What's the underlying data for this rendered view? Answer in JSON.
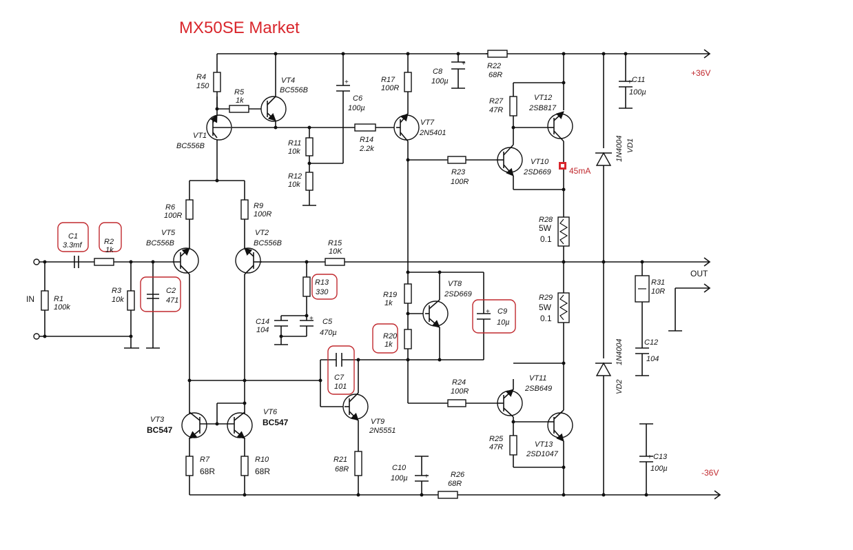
{
  "title": "MX50SE Market",
  "rails": {
    "pos": "+36V",
    "neg": "-36V"
  },
  "ports": {
    "in": "IN",
    "out": "OUT"
  },
  "annotation": "45mA",
  "components": {
    "C1": {
      "ref": "C1",
      "val": "3.3mf"
    },
    "R2": {
      "ref": "R2",
      "val": "1k"
    },
    "R1": {
      "ref": "R1",
      "val": "100k"
    },
    "R3": {
      "ref": "R3",
      "val": "10k"
    },
    "C2": {
      "ref": "C2",
      "val": "471"
    },
    "R4": {
      "ref": "R4",
      "val": "150"
    },
    "R5": {
      "ref": "R5",
      "val": "1k"
    },
    "VT4": {
      "ref": "VT4",
      "val": "BC556B"
    },
    "VT1": {
      "ref": "VT1",
      "val": "BC556B"
    },
    "C6": {
      "ref": "C6",
      "val": "100µ"
    },
    "R11": {
      "ref": "R11",
      "val": "10k"
    },
    "R12": {
      "ref": "R12",
      "val": "10k"
    },
    "R14": {
      "ref": "R14",
      "val": "2.2k"
    },
    "R6": {
      "ref": "R6",
      "val": "100R"
    },
    "R9": {
      "ref": "R9",
      "val": "100R"
    },
    "VT5": {
      "ref": "VT5",
      "val": "BC556B"
    },
    "VT2": {
      "ref": "VT2",
      "val": "BC556B"
    },
    "R15": {
      "ref": "R15",
      "val": "10K"
    },
    "R13": {
      "ref": "R13",
      "val": "330"
    },
    "C14": {
      "ref": "C14",
      "val": "104"
    },
    "C5": {
      "ref": "C5",
      "val": "470µ"
    },
    "R17": {
      "ref": "R17",
      "val": "100R"
    },
    "VT7": {
      "ref": "VT7",
      "val": "2N5401"
    },
    "C8": {
      "ref": "C8",
      "val": "100µ"
    },
    "R22": {
      "ref": "R22",
      "val": "68R"
    },
    "C11": {
      "ref": "C11",
      "val": "100µ"
    },
    "R27": {
      "ref": "R27",
      "val": "47R"
    },
    "VT12": {
      "ref": "VT12",
      "val": "2SB817"
    },
    "VT10": {
      "ref": "VT10",
      "val": "2SD669"
    },
    "R23": {
      "ref": "R23",
      "val": "100R"
    },
    "VD1": {
      "ref": "VD1",
      "val": "1N4004"
    },
    "R28": {
      "ref": "R28",
      "val": "5W",
      "val2": "0.1"
    },
    "R29": {
      "ref": "R29",
      "val": "5W",
      "val2": "0.1"
    },
    "R31": {
      "ref": "R31",
      "val": "10R"
    },
    "C12": {
      "ref": "C12",
      "val": "104"
    },
    "R19": {
      "ref": "R19",
      "val": "1k"
    },
    "R20": {
      "ref": "R20",
      "val": "1k"
    },
    "VT8": {
      "ref": "VT8",
      "val": "2SD669"
    },
    "C9": {
      "ref": "C9",
      "val": "10µ"
    },
    "C7": {
      "ref": "C7",
      "val": "101"
    },
    "VT9": {
      "ref": "VT9",
      "val": "2N5551"
    },
    "R24": {
      "ref": "R24",
      "val": "100R"
    },
    "VT11": {
      "ref": "VT11",
      "val": "2SB649"
    },
    "VT13": {
      "ref": "VT13",
      "val": "2SD1047"
    },
    "R25": {
      "ref": "R25",
      "val": "47R"
    },
    "VD2": {
      "ref": "VD2",
      "val": "1N4004"
    },
    "C13": {
      "ref": "C13",
      "val": "100µ"
    },
    "VT3": {
      "ref": "VT3",
      "val": "BC547"
    },
    "VT6": {
      "ref": "VT6",
      "val": "BC547"
    },
    "R7": {
      "ref": "R7",
      "val": "68R"
    },
    "R10": {
      "ref": "R10",
      "val": "68R"
    },
    "R21": {
      "ref": "R21",
      "val": "68R"
    },
    "C10": {
      "ref": "C10",
      "val": "100µ"
    },
    "R26": {
      "ref": "R26",
      "val": "68R"
    }
  }
}
